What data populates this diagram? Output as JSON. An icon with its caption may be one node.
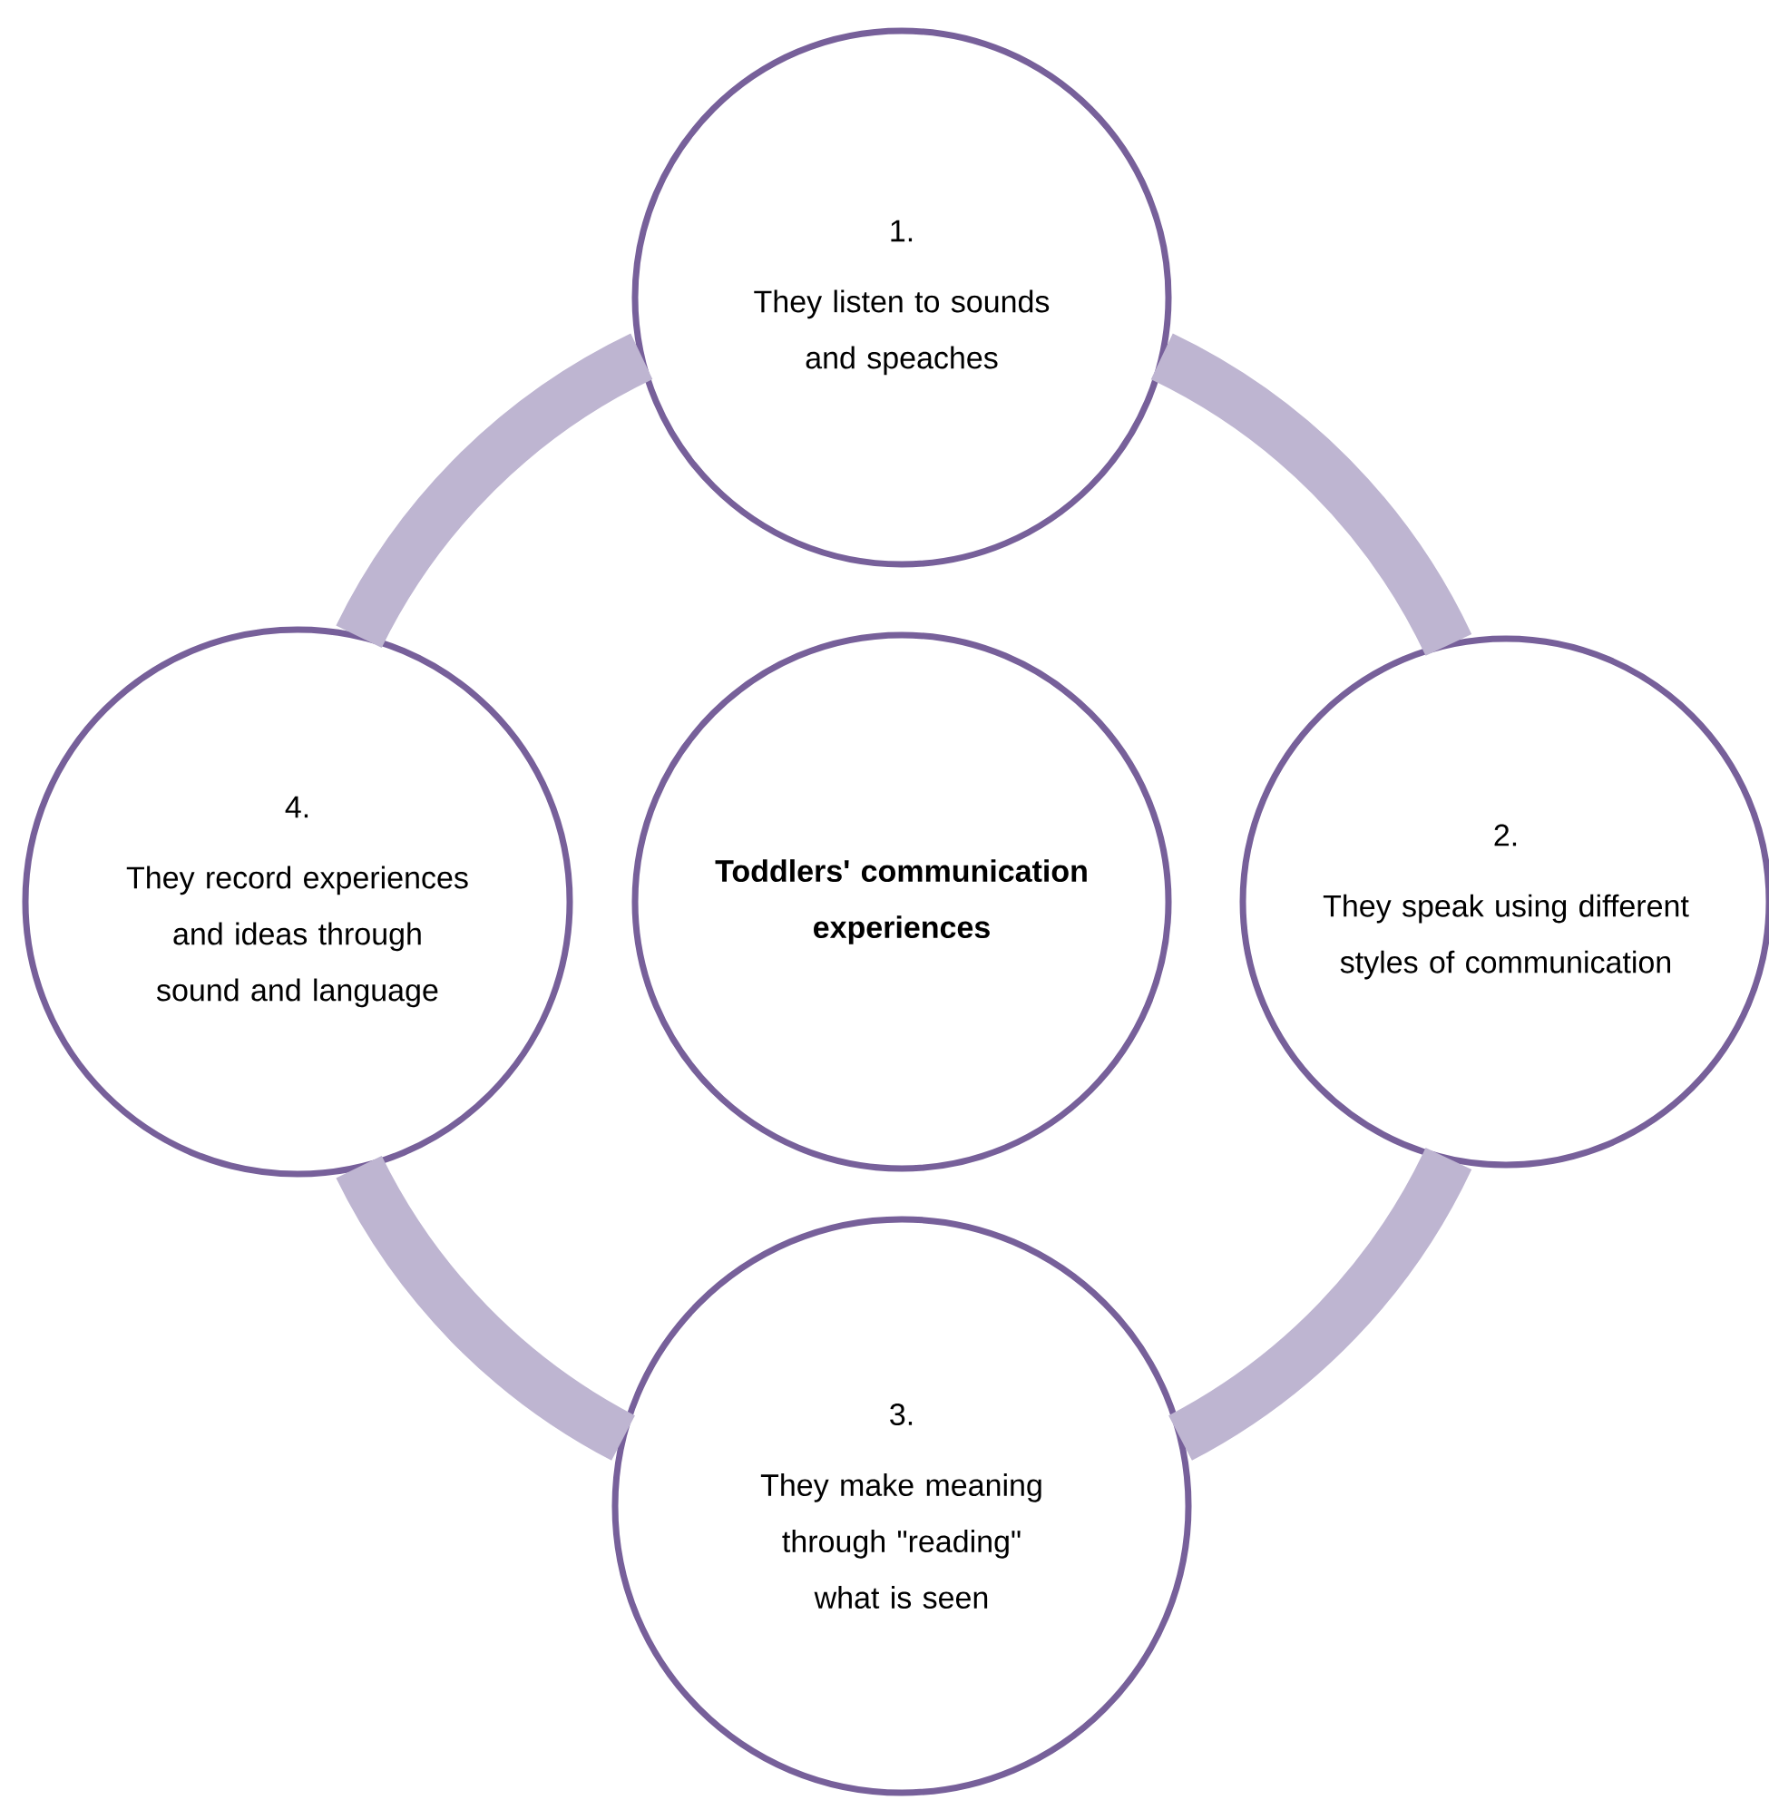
{
  "diagram": {
    "nodes": [
      {
        "text": [
          "1.",
          "They listen to sounds and speaches"
        ]
      },
      {
        "text": [
          "4.",
          "They record experiences and ideas through sound and language"
        ]
      },
      {
        "text": [
          "Toddlers' communication experiences"
        ]
      },
      {
        "text": [
          "2.",
          "They speak using different styles of communication"
        ]
      },
      {
        "text": [
          "3.",
          "They make meaning through \"reading\" what is seen"
        ]
      }
    ],
    "edges": [
      {
        "from": 0,
        "to": 3,
        "arrow": "none"
      },
      {
        "from": 3,
        "to": 4,
        "arrow": "none"
      },
      {
        "from": 4,
        "to": 1,
        "arrow": "none"
      },
      {
        "from": 1,
        "to": 0,
        "arrow": "none"
      }
    ]
  }
}
